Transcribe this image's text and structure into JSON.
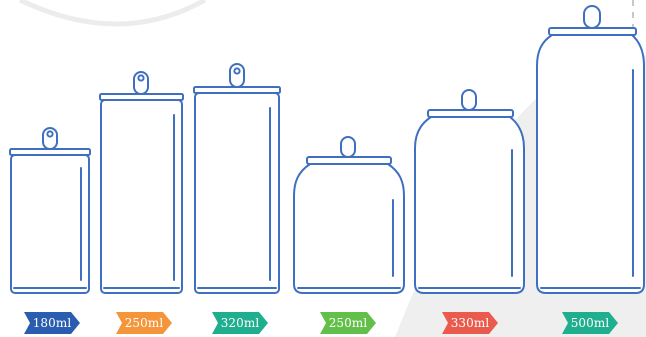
{
  "colors": {
    "outline": "#3f6fc0",
    "background_shape": "#efefef",
    "dashed_line": "#c8c8c8"
  },
  "cans": [
    {
      "label": "180ml",
      "label_color": "#2a5db0"
    },
    {
      "label": "250ml",
      "label_color": "#f4953a"
    },
    {
      "label": "320ml",
      "label_color": "#1fae8e"
    },
    {
      "label": "250ml",
      "label_color": "#62c04a"
    },
    {
      "label": "330ml",
      "label_color": "#ea5b4d"
    },
    {
      "label": "500ml",
      "label_color": "#1fae8e"
    }
  ]
}
